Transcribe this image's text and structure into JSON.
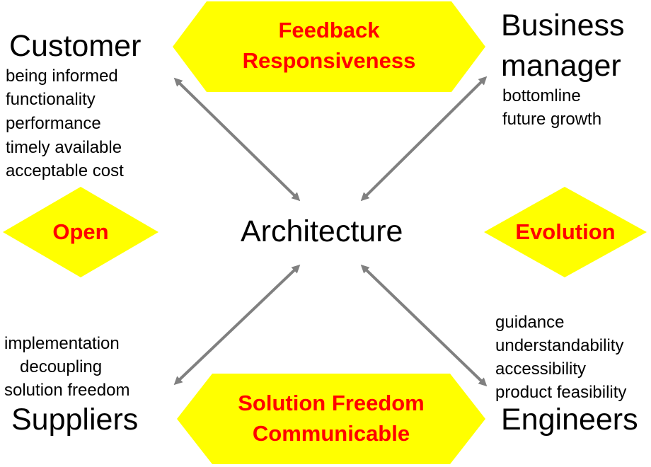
{
  "center": {
    "label": "Architecture"
  },
  "stakeholders": {
    "customer": {
      "name": "Customer",
      "concerns": [
        "being informed",
        "functionality",
        "performance",
        "timely available",
        "acceptable cost"
      ]
    },
    "business_manager": {
      "name_line1": "Business",
      "name_line2": "manager",
      "concerns": [
        "bottomline",
        "future growth"
      ]
    },
    "suppliers": {
      "name": "Suppliers",
      "concerns": [
        "implementation",
        "decoupling",
        "solution freedom"
      ]
    },
    "engineers": {
      "name": "Engineers",
      "concerns": [
        "guidance",
        "understandability",
        "accessibility",
        "product feasibility"
      ]
    }
  },
  "qualities": {
    "top": {
      "line1": "Feedback",
      "line2": "Responsiveness"
    },
    "left": {
      "line1": "Open"
    },
    "right": {
      "line1": "Evolution"
    },
    "bottom": {
      "line1": "Solution Freedom",
      "line2": "Communicable"
    }
  },
  "colors": {
    "shape_fill": "#ffff00",
    "quality_text": "#ff0000",
    "arrow": "#808080",
    "text": "#000000"
  }
}
